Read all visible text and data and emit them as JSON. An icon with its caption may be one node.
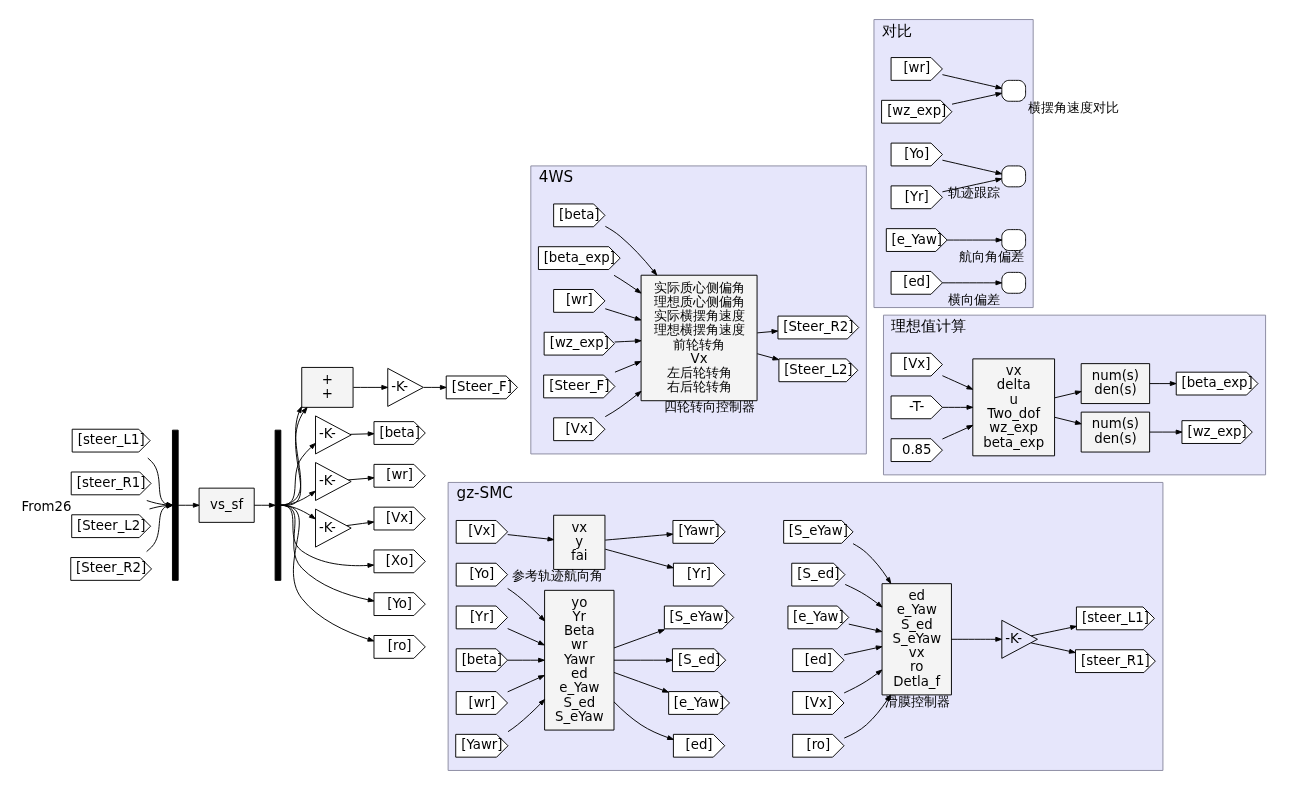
{
  "diagram": {
    "nodes": [
      {
        "text": [
          "[steer_L1]"
        ]
      },
      {
        "text": [
          "[steer_R1]"
        ],
        "beside": [
          "From26"
        ]
      },
      {
        "text": [
          "[Steer_L2]"
        ]
      },
      {
        "text": [
          "[Steer_R2]"
        ]
      },
      {
        "text": [],
        "shape": "bar"
      },
      {
        "text": [
          "vs_sf"
        ]
      },
      {
        "text": [],
        "shape": "bar"
      },
      {
        "text": [
          "+",
          "+"
        ]
      },
      {
        "text": [
          "-K-"
        ]
      },
      {
        "text": [
          "[Steer_F]"
        ]
      },
      {
        "text": [
          "-K-"
        ]
      },
      {
        "text": [
          "[beta]"
        ]
      },
      {
        "text": [
          "-K-"
        ]
      },
      {
        "text": [
          "[wr]"
        ]
      },
      {
        "text": [
          "-K-"
        ]
      },
      {
        "text": [
          "[Vx]"
        ]
      },
      {
        "text": [
          "[Xo]"
        ]
      },
      {
        "text": [
          "[Yo]"
        ]
      },
      {
        "text": [
          "[ro]"
        ]
      },
      {
        "text": [
          "4WS"
        ]
      },
      {
        "text": [
          "[beta]"
        ],
        "in": 19
      },
      {
        "text": [
          "[beta_exp]"
        ],
        "in": 19
      },
      {
        "text": [
          "[wr]"
        ],
        "in": 19
      },
      {
        "text": [
          "[wz_exp]"
        ],
        "in": 19
      },
      {
        "text": [
          "[Steer_F]"
        ],
        "in": 19
      },
      {
        "text": [
          "[Vx]"
        ],
        "in": 19
      },
      {
        "text": [
          "实际质心侧偏角",
          "理想质心侧偏角",
          "实际横摆角速度",
          "理想横摆角速度",
          "前轮转角",
          "Vx",
          "左后轮转角",
          "右后轮转角"
        ],
        "beside": [
          "四轮转向控制器"
        ],
        "in": 19
      },
      {
        "text": [
          "[Steer_L2]"
        ],
        "in": 19
      },
      {
        "text": [
          "[Steer_R2]"
        ],
        "in": 19
      },
      {
        "text": [
          "理想值计算"
        ]
      },
      {
        "text": [
          "[Vx]"
        ],
        "in": 29
      },
      {
        "text": [
          "-T-"
        ],
        "in": 29
      },
      {
        "text": [
          "0.85"
        ],
        "in": 29
      },
      {
        "text": [
          "vx",
          "delta",
          "u",
          "Two_dof",
          "wz_exp",
          "beta_exp"
        ],
        "in": 29
      },
      {
        "text": [
          "num(s)",
          "den(s)"
        ],
        "in": 29
      },
      {
        "text": [
          "num(s)",
          "den(s)"
        ],
        "in": 29
      },
      {
        "text": [
          "[wz_exp]"
        ],
        "in": 29
      },
      {
        "text": [
          "[beta_exp]"
        ],
        "in": 29
      },
      {
        "text": [
          "对比"
        ]
      },
      {
        "text": [
          "[wr]"
        ],
        "in": 38
      },
      {
        "text": [
          "[wz_exp]"
        ],
        "in": 38
      },
      {
        "text": [],
        "shape": "box",
        "beside": [
          "横摆角速度对比"
        ],
        "in": 38
      },
      {
        "text": [
          "[Yo]"
        ],
        "in": 38
      },
      {
        "text": [
          "[Yr]"
        ],
        "in": 38
      },
      {
        "text": [],
        "shape": "box",
        "beside": [
          "轨迹跟踪"
        ],
        "in": 38
      },
      {
        "text": [
          "[e_Yaw]"
        ],
        "in": 38
      },
      {
        "text": [],
        "shape": "box",
        "beside": [
          "航向角偏差"
        ],
        "in": 38
      },
      {
        "text": [
          "[ed]"
        ],
        "in": 38
      },
      {
        "text": [],
        "shape": "box",
        "beside": [
          "横向偏差"
        ],
        "in": 38
      },
      {
        "text": [
          "gz-SMC"
        ]
      },
      {
        "text": [
          "[Vx]"
        ],
        "in": 49
      },
      {
        "text": [
          "vx",
          "y",
          "fai"
        ],
        "beside": [
          "参考轨迹航向角"
        ],
        "in": 49
      },
      {
        "text": [
          "[Yr]"
        ],
        "in": 49
      },
      {
        "text": [
          "[Yawr]"
        ],
        "in": 49
      },
      {
        "text": [
          "[Yo]"
        ],
        "in": 49
      },
      {
        "text": [
          "[Yr]"
        ],
        "in": 49
      },
      {
        "text": [
          "[beta]"
        ],
        "in": 49
      },
      {
        "text": [
          "[wr]"
        ],
        "in": 49
      },
      {
        "text": [
          "[Yawr]"
        ],
        "in": 49
      },
      {
        "text": [
          "yo",
          "Yr",
          "Beta",
          "wr",
          "Yawr",
          "ed",
          "e_Yaw",
          "S_ed",
          "S_eYaw"
        ],
        "in": 49
      },
      {
        "text": [
          "[ed]"
        ],
        "in": 49
      },
      {
        "text": [
          "[e_Yaw]"
        ],
        "in": 49
      },
      {
        "text": [
          "[S_ed]"
        ],
        "in": 49
      },
      {
        "text": [
          "[S_eYaw]"
        ],
        "in": 49
      },
      {
        "text": [
          "[ed]"
        ],
        "in": 49
      },
      {
        "text": [
          "[e_Yaw]"
        ],
        "in": 49
      },
      {
        "text": [
          "[S_ed]"
        ],
        "in": 49
      },
      {
        "text": [
          "[S_eYaw]"
        ],
        "in": 49
      },
      {
        "text": [
          "[Vx]"
        ],
        "in": 49
      },
      {
        "text": [
          "[ro]"
        ],
        "in": 49
      },
      {
        "text": [
          "ed",
          "e_Yaw",
          "S_ed",
          "S_eYaw",
          "vx",
          "ro",
          "Detla_f"
        ],
        "beside": [
          "滑膜控制器"
        ],
        "in": 49
      },
      {
        "text": [
          "-K-"
        ],
        "in": 49
      },
      {
        "text": [
          "[steer_R1]"
        ],
        "in": 49
      },
      {
        "text": [
          "[steer_L1]"
        ],
        "in": 49
      }
    ],
    "edges": [
      {
        "from": 0,
        "to": 4,
        "arrow": "to"
      },
      {
        "from": 1,
        "to": 4,
        "arrow": "to"
      },
      {
        "from": 2,
        "to": 4,
        "arrow": "to"
      },
      {
        "from": 3,
        "to": 4,
        "arrow": "to"
      },
      {
        "from": 4,
        "to": 5,
        "arrow": "to"
      },
      {
        "from": 5,
        "to": 6,
        "arrow": "to"
      },
      {
        "from": 6,
        "to": 7,
        "arrow": "to"
      },
      {
        "from": 6,
        "to": 7,
        "arrow": "to"
      },
      {
        "from": 7,
        "to": 8,
        "arrow": "to"
      },
      {
        "from": 8,
        "to": 9,
        "arrow": "to"
      },
      {
        "from": 6,
        "to": 10,
        "arrow": "to"
      },
      {
        "from": 10,
        "to": 11,
        "arrow": "to"
      },
      {
        "from": 6,
        "to": 12,
        "arrow": "to"
      },
      {
        "from": 12,
        "to": 13,
        "arrow": "to"
      },
      {
        "from": 6,
        "to": 14,
        "arrow": "to"
      },
      {
        "from": 14,
        "to": 15,
        "arrow": "to"
      },
      {
        "from": 6,
        "to": 16,
        "arrow": "to"
      },
      {
        "from": 6,
        "to": 17,
        "arrow": "to"
      },
      {
        "from": 6,
        "to": 18,
        "arrow": "to"
      },
      {
        "from": 20,
        "to": 26,
        "arrow": "to"
      },
      {
        "from": 21,
        "to": 26,
        "arrow": "to"
      },
      {
        "from": 22,
        "to": 26,
        "arrow": "to"
      },
      {
        "from": 23,
        "to": 26,
        "arrow": "to"
      },
      {
        "from": 24,
        "to": 26,
        "arrow": "to"
      },
      {
        "from": 25,
        "to": 26,
        "arrow": "to"
      },
      {
        "from": 26,
        "to": 27,
        "arrow": "to"
      },
      {
        "from": 26,
        "to": 28,
        "arrow": "to"
      },
      {
        "from": 30,
        "to": 33,
        "arrow": "to"
      },
      {
        "from": 31,
        "to": 33,
        "arrow": "to"
      },
      {
        "from": 32,
        "to": 33,
        "arrow": "to"
      },
      {
        "from": 33,
        "to": 34,
        "arrow": "to"
      },
      {
        "from": 33,
        "to": 35,
        "arrow": "to"
      },
      {
        "from": 34,
        "to": 36,
        "arrow": "to"
      },
      {
        "from": 35,
        "to": 37,
        "arrow": "to"
      },
      {
        "from": 39,
        "to": 41,
        "arrow": "to"
      },
      {
        "from": 40,
        "to": 41,
        "arrow": "to"
      },
      {
        "from": 42,
        "to": 44,
        "arrow": "to"
      },
      {
        "from": 43,
        "to": 44,
        "arrow": "to"
      },
      {
        "from": 45,
        "to": 46,
        "arrow": "to"
      },
      {
        "from": 47,
        "to": 48,
        "arrow": "to"
      },
      {
        "from": 50,
        "to": 51,
        "arrow": "to"
      },
      {
        "from": 51,
        "to": 52,
        "arrow": "to"
      },
      {
        "from": 51,
        "to": 53,
        "arrow": "to"
      },
      {
        "from": 54,
        "to": 59,
        "arrow": "to"
      },
      {
        "from": 55,
        "to": 59,
        "arrow": "to"
      },
      {
        "from": 56,
        "to": 59,
        "arrow": "to"
      },
      {
        "from": 57,
        "to": 59,
        "arrow": "to"
      },
      {
        "from": 58,
        "to": 59,
        "arrow": "to"
      },
      {
        "from": 59,
        "to": 60,
        "arrow": "to"
      },
      {
        "from": 59,
        "to": 61,
        "arrow": "to"
      },
      {
        "from": 59,
        "to": 62,
        "arrow": "to"
      },
      {
        "from": 59,
        "to": 63,
        "arrow": "to"
      },
      {
        "from": 64,
        "to": 70,
        "arrow": "to"
      },
      {
        "from": 65,
        "to": 70,
        "arrow": "to"
      },
      {
        "from": 66,
        "to": 70,
        "arrow": "to"
      },
      {
        "from": 67,
        "to": 70,
        "arrow": "to"
      },
      {
        "from": 68,
        "to": 70,
        "arrow": "to"
      },
      {
        "from": 69,
        "to": 70,
        "arrow": "to"
      },
      {
        "from": 70,
        "to": 71,
        "arrow": "to"
      },
      {
        "from": 71,
        "to": 72,
        "arrow": "to"
      },
      {
        "from": 71,
        "to": 73,
        "arrow": "to"
      }
    ]
  }
}
